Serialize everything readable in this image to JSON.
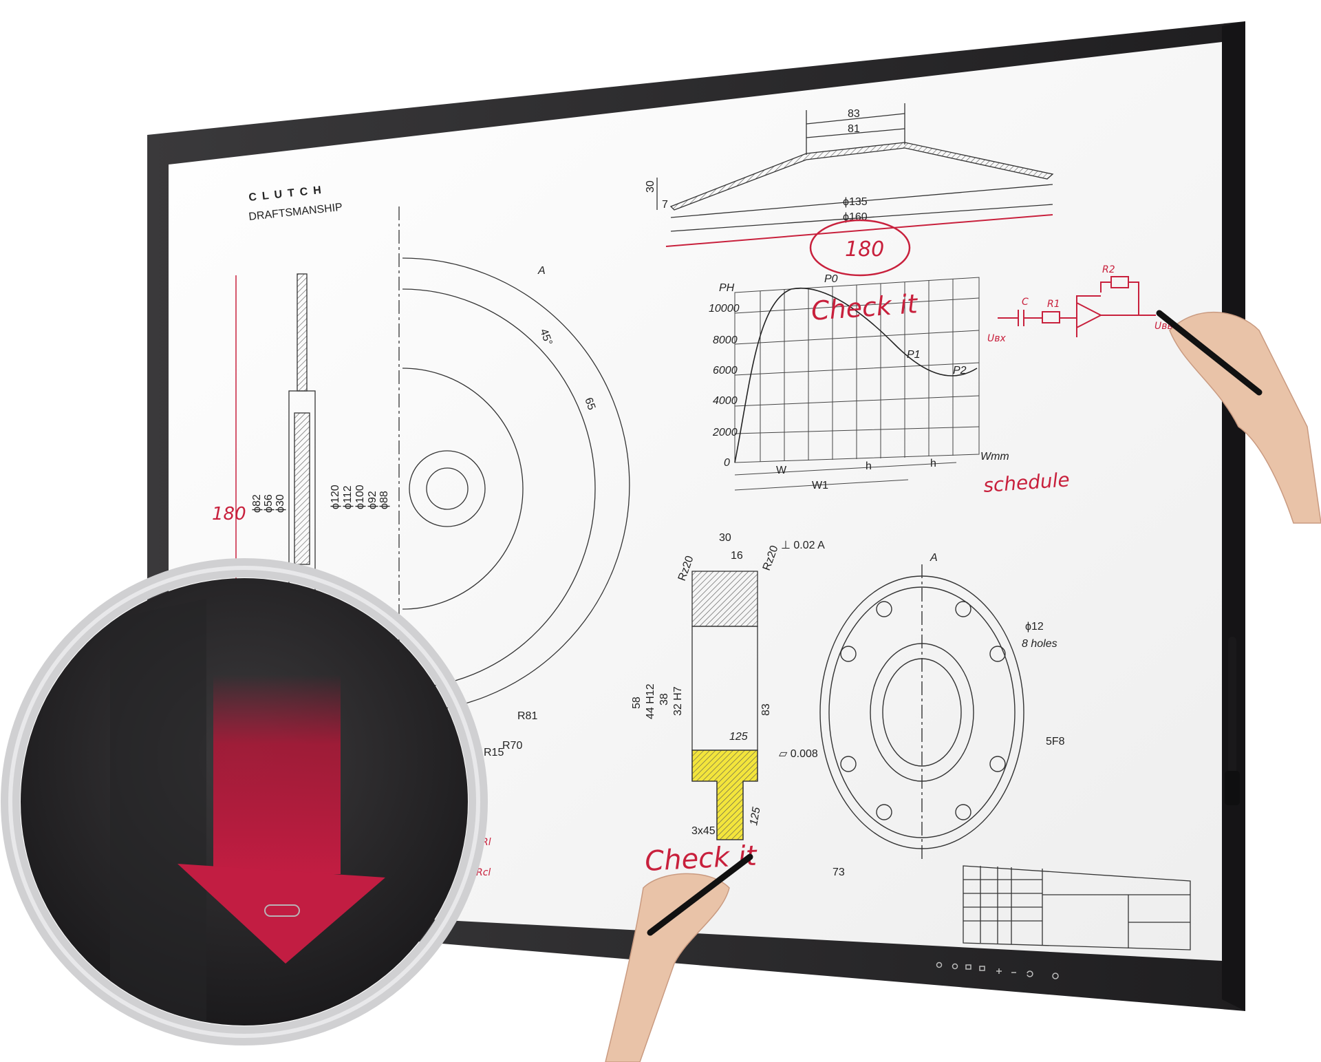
{
  "screen": {
    "brand": "CLUTCH",
    "subtitle": "DRAFTSMANSHIP"
  },
  "drawing_labels": {
    "top_dim_83": "83",
    "top_dim_81": "81",
    "top_dim_30": "30",
    "top_dim_7": "7",
    "top_dim_135": "ϕ135",
    "top_dim_160": "ϕ160",
    "clutch_phi82": "ϕ82",
    "clutch_phi56": "ϕ56",
    "clutch_phi30": "ϕ30",
    "disc_phi120": "ϕ120",
    "disc_phi112": "ϕ112",
    "disc_phi100": "ϕ100",
    "disc_phi92": "ϕ92",
    "disc_phi88": "ϕ88",
    "disc_angle": "45°",
    "disc_65": "65",
    "disc_r81": "R81",
    "disc_r70": "R70",
    "disc_r15": "R15",
    "disc_a": "A",
    "graph_ph": "PH",
    "graph_p0": "P0",
    "graph_p1": "P1",
    "graph_p2": "P2",
    "graph_y": [
      "10000",
      "8000",
      "6000",
      "4000",
      "2000",
      "0"
    ],
    "graph_w": "W",
    "graph_h1": "h",
    "graph_h2": "h",
    "graph_w1": "W1",
    "graph_wmm": "Wmm",
    "circuit_c": "C",
    "circuit_r1": "R1",
    "circuit_r2": "R2",
    "circuit_in": "Uвх",
    "circuit_out": "Uвых",
    "part_30": "30",
    "part_16": "16",
    "part_rz20a": "Rz20",
    "part_rz20b": "Rz20",
    "part_tol": "⊥ 0.02 A",
    "part_58": "58",
    "part_44": "44 H12",
    "part_38": "38",
    "part_32": "32 H7",
    "part_83": "83",
    "part_125a": "125",
    "part_125b": "125",
    "part_flat": "▱ 0.008",
    "part_chamfer": "3x45",
    "flange_phi12": "ϕ12",
    "flange_holes": "8 holes",
    "flange_5f8": "5F8",
    "flange_73": "73",
    "flange_a": "A",
    "mini_rl": "Rl",
    "mini_rcl": "Rcl"
  },
  "annotations": {
    "top_circle": "180",
    "left_dim": "180",
    "check_top": "Check it",
    "check_bottom": "Check it",
    "schedule": "schedule"
  },
  "bezel_buttons": [
    "settings-icon",
    "refresh-icon",
    "input-icon",
    "screen-share-icon",
    "volume-up-icon",
    "volume-down-icon",
    "back-icon",
    "power-icon"
  ],
  "colors": {
    "bezel": "#2b2a2c",
    "annotation_red": "#c8203c",
    "highlight_yellow": "#f2e21a",
    "arrow_red": "#b01838"
  }
}
